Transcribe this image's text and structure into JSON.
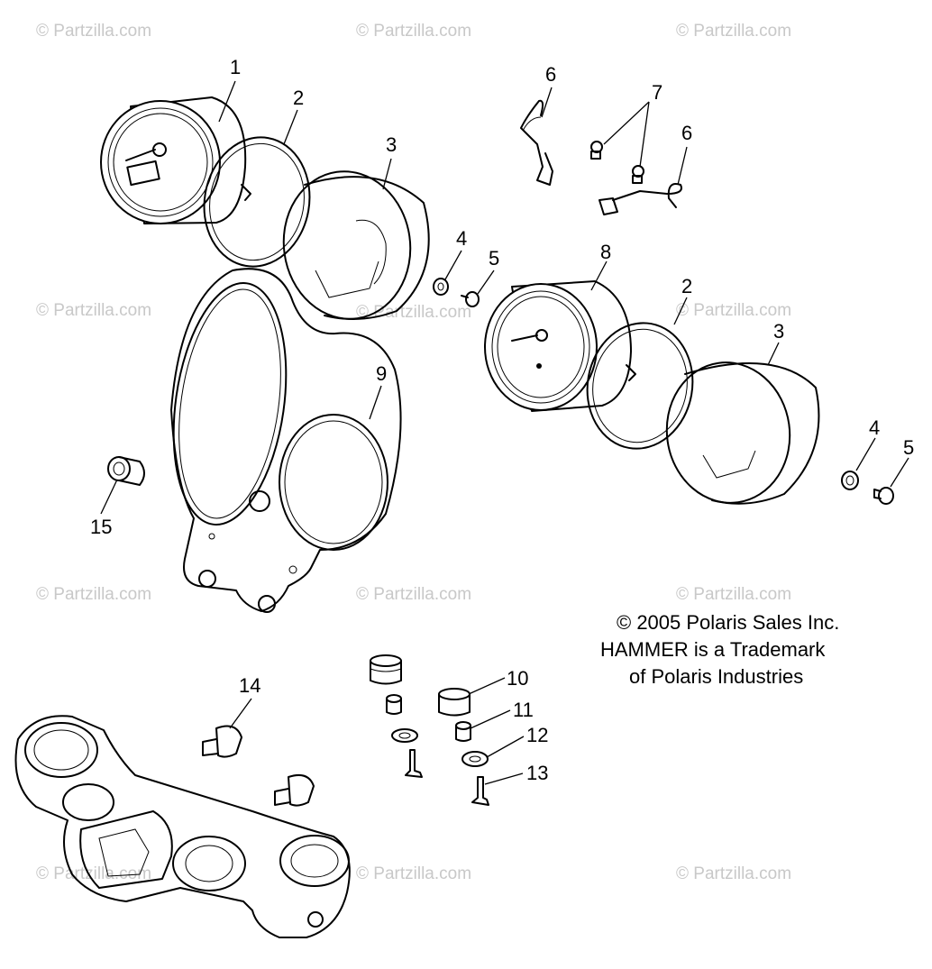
{
  "watermark": "© Partzilla.com",
  "copyright": {
    "line1": "© 2005 Polaris Sales Inc.",
    "line2": "HAMMER is a Trademark",
    "line3": "of Polaris Industries"
  },
  "callouts": [
    "1",
    "2",
    "3",
    "6",
    "7",
    "6",
    "4",
    "5",
    "8",
    "2",
    "3",
    "9",
    "4",
    "5",
    "15",
    "10",
    "11",
    "12",
    "13",
    "14"
  ]
}
